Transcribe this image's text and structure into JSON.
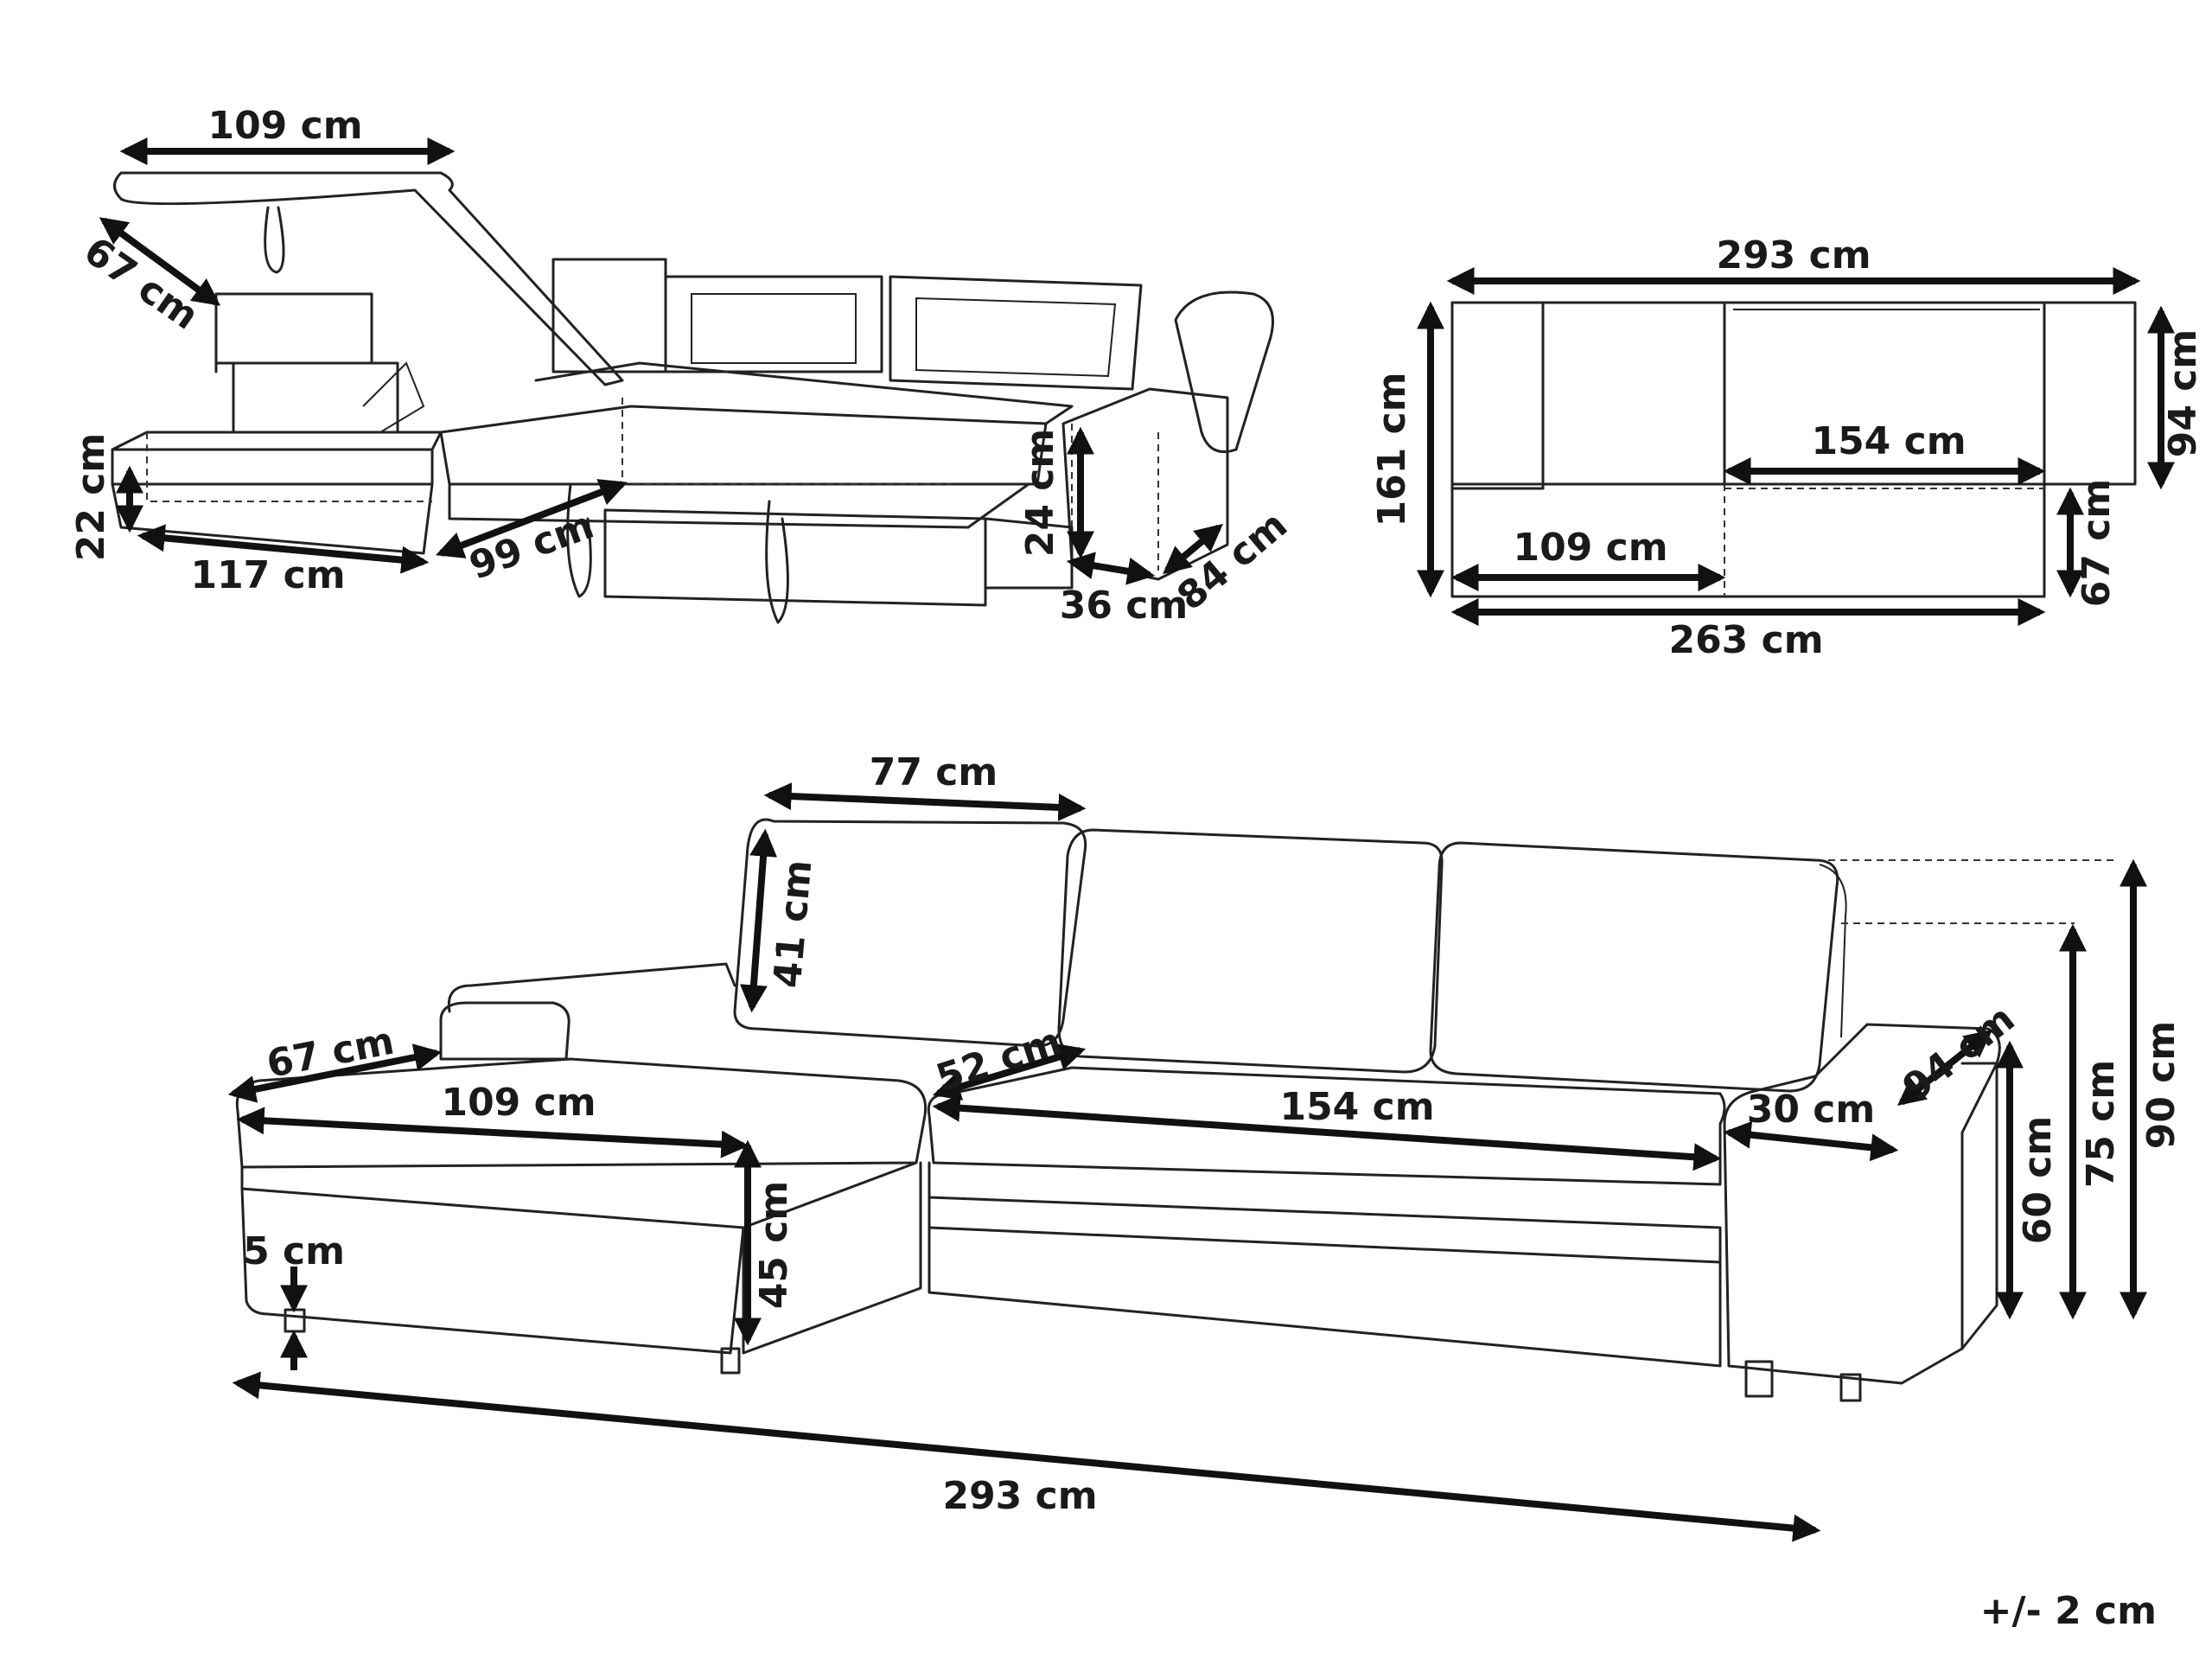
{
  "labels": {
    "top_open_width": "109 cm",
    "top_open_depth": "67 cm",
    "top_storage_height": "22 cm",
    "top_chaise_length": "117 cm",
    "top_bed_depth": "99 cm",
    "top_bed_height": "24 cm",
    "top_arm_width": "36 cm",
    "top_arm_depth": "84 cm",
    "plan_total_width": "293 cm",
    "plan_total_depth": "161 cm",
    "plan_seat_depth": "94 cm",
    "plan_bed_width": "154 cm",
    "plan_chaise_width": "109 cm",
    "plan_bed_ext": "67 cm",
    "plan_bed_length": "263 cm",
    "main_back_width": "77 cm",
    "main_back_height": "41 cm",
    "main_chaise_depth": "67 cm",
    "main_chaise_width": "109 cm",
    "main_seat_depth": "52 cm",
    "main_seat_width": "154 cm",
    "main_arm_width": "30 cm",
    "main_arm_depth": "94 cm",
    "main_leg_height": "5 cm",
    "main_seat_height": "45 cm",
    "main_arm_height": "60 cm",
    "main_back_total": "75 cm",
    "main_total_height": "90 cm",
    "main_total_width": "293 cm",
    "tolerance": "+/- 2 cm"
  },
  "colors": {
    "line": "#222222",
    "background": "#ffffff"
  }
}
